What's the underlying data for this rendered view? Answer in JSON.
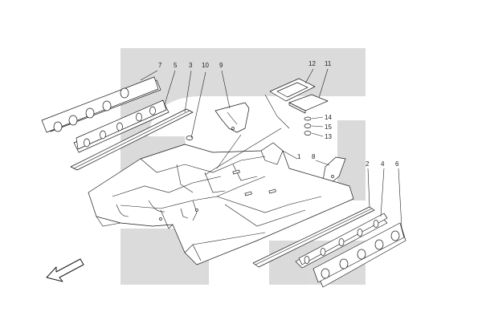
{
  "watermark": {
    "color": "#d9d9d9"
  },
  "callouts": [
    {
      "id": "c7",
      "label": "7"
    },
    {
      "id": "c5",
      "label": "5"
    },
    {
      "id": "c3",
      "label": "3"
    },
    {
      "id": "c10",
      "label": "10"
    },
    {
      "id": "c9",
      "label": "9"
    },
    {
      "id": "c12",
      "label": "12"
    },
    {
      "id": "c11",
      "label": "11"
    },
    {
      "id": "c14",
      "label": "14"
    },
    {
      "id": "c15",
      "label": "15"
    },
    {
      "id": "c13",
      "label": "13"
    },
    {
      "id": "c1",
      "label": "1"
    },
    {
      "id": "c8",
      "label": "8"
    },
    {
      "id": "c2",
      "label": "2"
    },
    {
      "id": "c4",
      "label": "4"
    },
    {
      "id": "c6",
      "label": "6"
    }
  ],
  "direction_arrow": {
    "icon": "direction-arrow-icon"
  }
}
